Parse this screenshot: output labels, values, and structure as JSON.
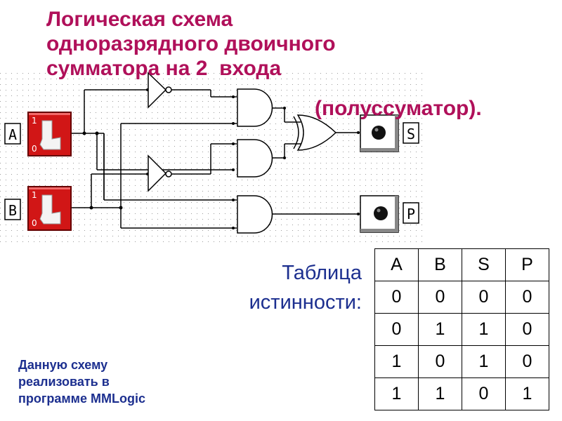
{
  "title": {
    "line1": "Логическая схема",
    "line2": "одноразрядного двоичного",
    "line3": "сумматора на 2  входа"
  },
  "subtitle": "(полуссуматор).",
  "circuit": {
    "input_a_label": "A",
    "input_b_label": "B",
    "output_s_label": "S",
    "output_p_label": "P",
    "switch_on_mark": "1",
    "switch_off_mark": "0",
    "colors": {
      "switch": "#d11616",
      "title": "#b0105a",
      "caption": "#1c2f8f"
    }
  },
  "truth_table": {
    "caption_line1": "Таблица",
    "caption_line2": "истинности:",
    "headers": [
      "A",
      "B",
      "S",
      "P"
    ],
    "rows": [
      [
        "0",
        "0",
        "0",
        "0"
      ],
      [
        "0",
        "1",
        "1",
        "0"
      ],
      [
        "1",
        "0",
        "1",
        "0"
      ],
      [
        "1",
        "1",
        "0",
        "1"
      ]
    ]
  },
  "note": {
    "line1": "Данную схему",
    "line2": "реализовать в",
    "line3": "программе MMLogic"
  }
}
